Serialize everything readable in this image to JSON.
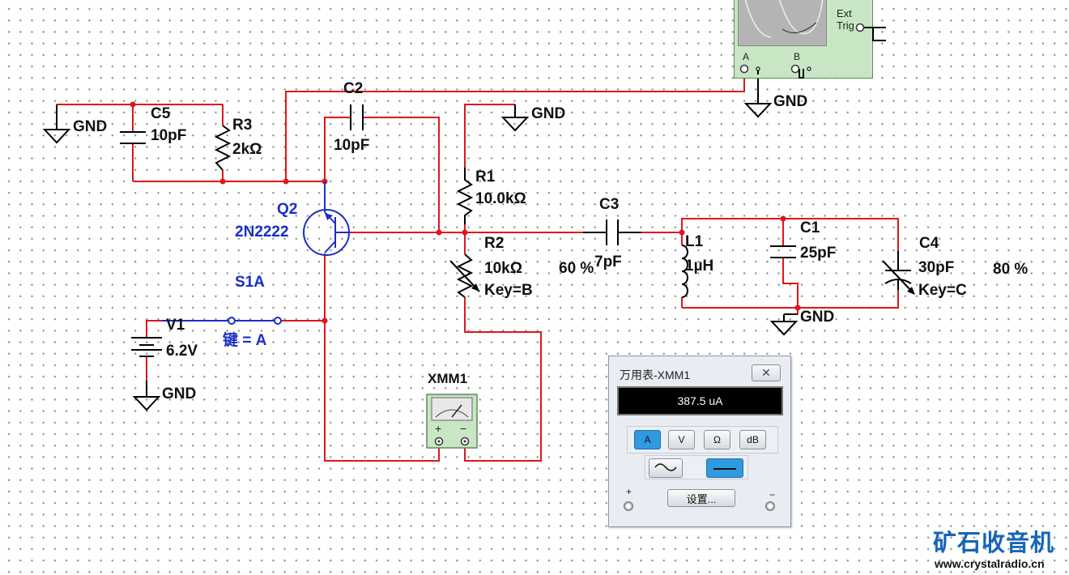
{
  "colors": {
    "wire": "#e0161c",
    "switch_label": "#1a2fc7",
    "dmm_active": "#2f9ae0",
    "watermark": "#1565b8"
  },
  "components": {
    "c5": {
      "ref": "C5",
      "value": "10pF"
    },
    "r3": {
      "ref": "R3",
      "value": "2kΩ"
    },
    "c2": {
      "ref": "C2",
      "value": "10pF"
    },
    "q2": {
      "ref": "Q2",
      "model": "2N2222"
    },
    "s1": {
      "ref": "S1A",
      "key": "键 = A"
    },
    "v1": {
      "ref": "V1",
      "value": "6.2V"
    },
    "r1": {
      "ref": "R1",
      "value": "10.0kΩ"
    },
    "r2": {
      "ref": "R2",
      "value": "10kΩ",
      "key": "Key=B",
      "percent": "60 %"
    },
    "c3": {
      "ref": "C3",
      "value": "7pF"
    },
    "l1": {
      "ref": "L1",
      "value": "1µH"
    },
    "c1": {
      "ref": "C1",
      "value": "25pF"
    },
    "c4": {
      "ref": "C4",
      "value": "30pF",
      "key": "Key=C",
      "percent": "80 %"
    },
    "xmm1": {
      "ref": "XMM1",
      "plus": "+",
      "minus": "−"
    }
  },
  "gnd_label": "GND",
  "scope": {
    "ext_trig": "Ext Trig",
    "ch_a": "A",
    "ch_b": "B"
  },
  "multimeter": {
    "title": "万用表-XMM1",
    "close_icon": "close-icon",
    "reading": "387.5 uA",
    "mode_buttons": [
      "A",
      "V",
      "Ω",
      "dB"
    ],
    "active_mode": "A",
    "signal_buttons": [
      "ac-wave-icon",
      "dc-line-icon"
    ],
    "active_signal": "dc-line-icon",
    "settings_label": "设置...",
    "plus": "+",
    "minus": "−"
  },
  "watermark": {
    "cn": "矿石收音机",
    "url": "www.crystalradio.cn"
  }
}
